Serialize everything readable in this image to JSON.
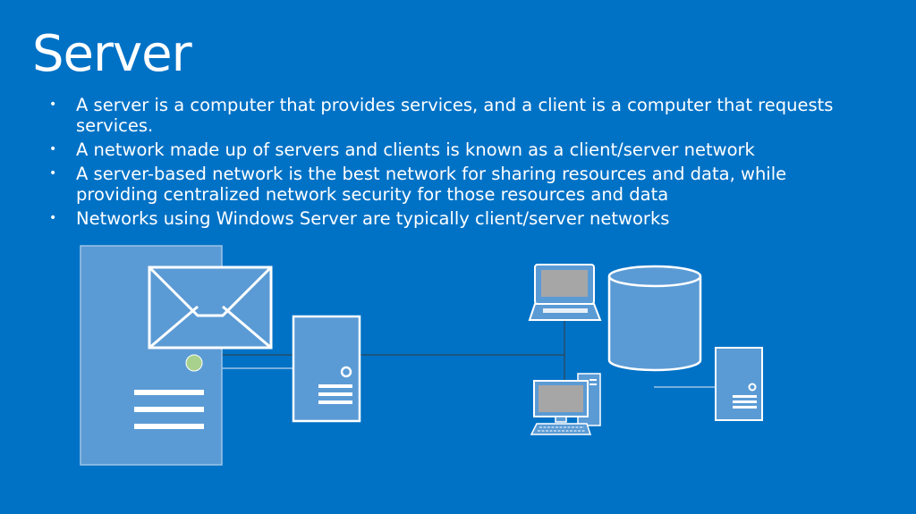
{
  "slide": {
    "title": "Server",
    "bullets": [
      "A server is a computer that provides services, and a client is a computer that requests services.",
      "A network made up of servers and clients is known as a client/server network",
      "A server-based network is the best network for sharing resources and data, while providing centralized network security for those resources and data",
      "Networks using Windows Server are typically client/server networks"
    ]
  },
  "diagram": {
    "icons": [
      "mail-server-icon",
      "envelope-icon",
      "tower-server-icon",
      "laptop-icon",
      "desktop-computer-icon",
      "database-icon",
      "small-server-icon"
    ]
  },
  "colors": {
    "background": "#0072c6",
    "shape_fill": "#5b9bd5",
    "outline": "#ffffff",
    "indicator": "#a9d18e",
    "screen": "#a6a6a6"
  }
}
